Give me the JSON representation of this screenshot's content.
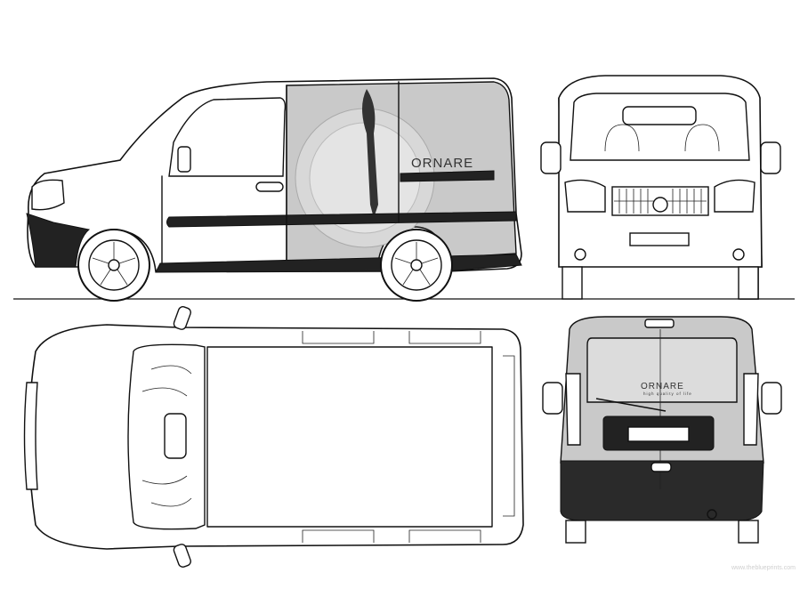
{
  "livery": {
    "brand_side": "ORNARE",
    "brand_rear": "ORNARE",
    "tagline_rear": "high quality of life"
  },
  "watermark": "www.theblueprints.com",
  "colors": {
    "panel_grey": "#c9c9c9",
    "trim_dark": "#222222",
    "line": "#111111"
  }
}
